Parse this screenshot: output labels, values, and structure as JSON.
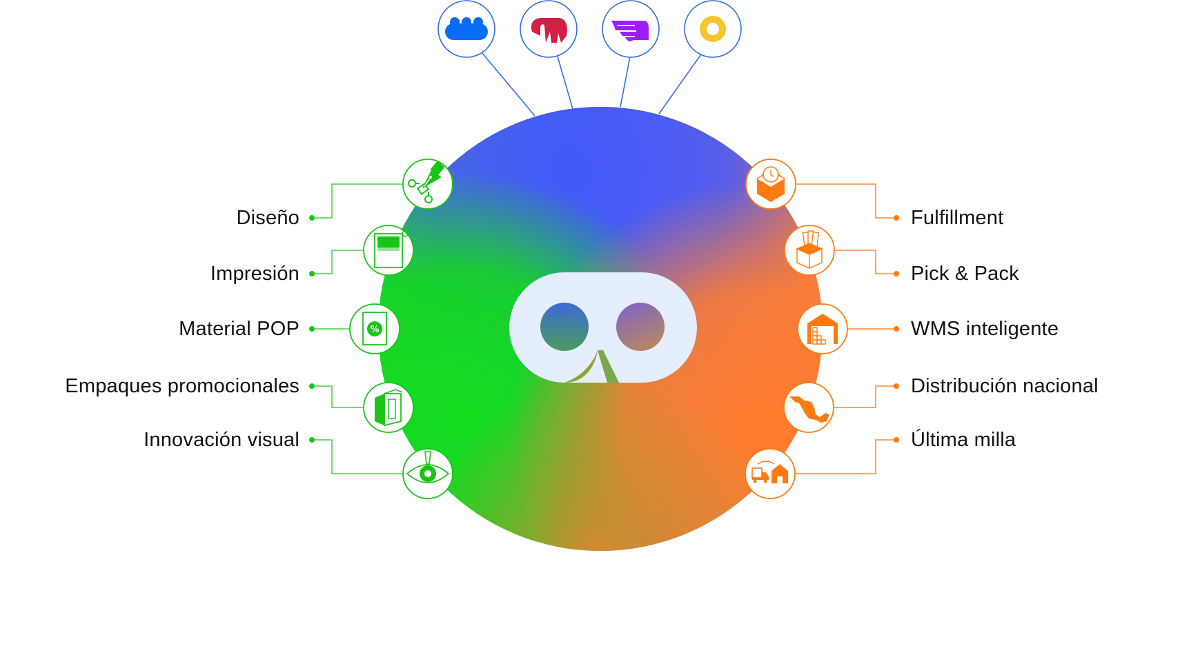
{
  "colors": {
    "green": "#19c419",
    "green_line": "#5fd65f",
    "orange": "#ff7a12",
    "orange_line": "#f99a55",
    "blue_line": "#2f6fe0",
    "logo_fill": "#e4eefc",
    "text": "#111111"
  },
  "top_brands": [
    {
      "icon": "blue-bumps-logo-icon",
      "color": "#0a6cf5"
    },
    {
      "icon": "red-m-logo-icon",
      "color": "#d21f43"
    },
    {
      "icon": "purple-wing-logo-icon",
      "color": "#9d1dff"
    },
    {
      "icon": "yellow-ring-logo-icon",
      "color": "#f7c42c"
    }
  ],
  "center_logo": {
    "icon": "mask-logo-icon"
  },
  "left_services": [
    {
      "label": "Diseño",
      "icon": "pen-tool-icon"
    },
    {
      "label": "Impresión",
      "icon": "print-sheet-icon"
    },
    {
      "label": "Material POP",
      "icon": "discount-poster-icon"
    },
    {
      "label": "Empaques promocionales",
      "icon": "package-box-icon"
    },
    {
      "label": "Innovación visual",
      "icon": "eye-icon"
    }
  ],
  "right_services": [
    {
      "label": "Fulfillment",
      "icon": "box-clock-icon"
    },
    {
      "label": "Pick & Pack",
      "icon": "box-documents-icon"
    },
    {
      "label": "WMS inteligente",
      "icon": "warehouse-icon"
    },
    {
      "label": "Distribución nacional",
      "icon": "mexico-map-icon"
    },
    {
      "label": "Última milla",
      "icon": "truck-house-icon"
    }
  ]
}
